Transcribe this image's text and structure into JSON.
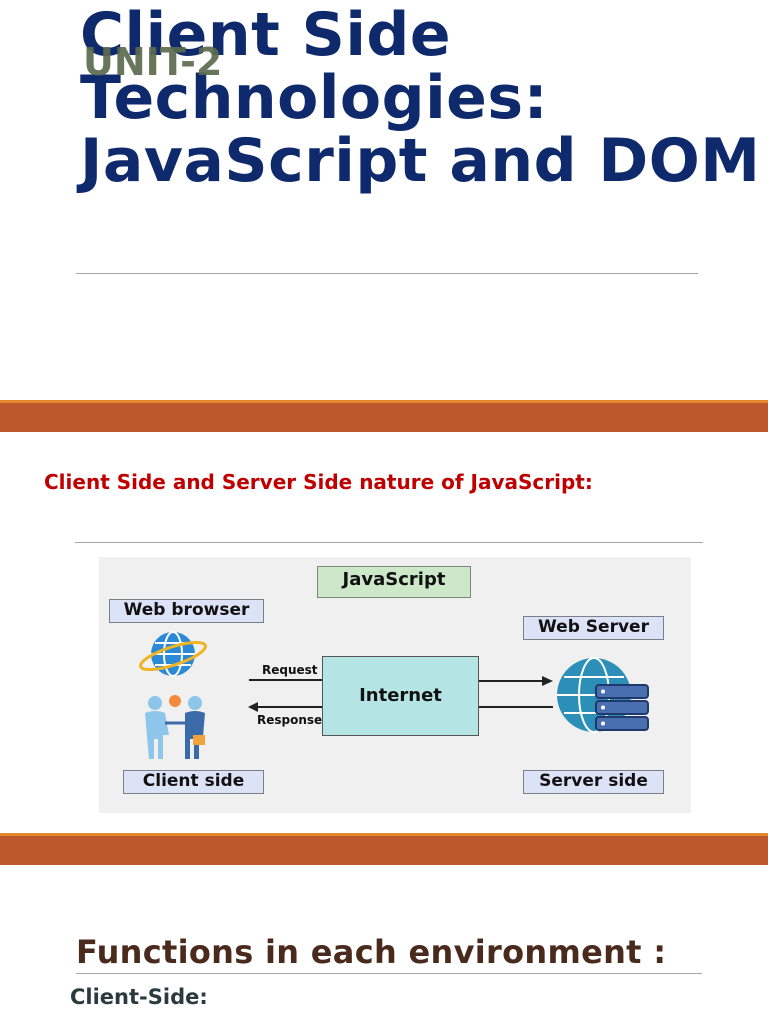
{
  "slide1": {
    "title": "Client Side Technologies: JavaScript and DOM",
    "subtitle": "UNIT-2"
  },
  "slide2": {
    "heading": "Client Side and Server Side nature of JavaScript:",
    "diagram": {
      "top_label": "JavaScript",
      "web_browser": "Web browser",
      "web_server": "Web Server",
      "internet": "Internet",
      "request": "Request",
      "response": "Response",
      "client_side": "Client side",
      "server_side": "Server side",
      "icons": [
        "globe-icon",
        "handshake-people-icon",
        "server-globe-icon"
      ]
    }
  },
  "slide3": {
    "heading": "Functions in each environment :",
    "subheading": "Client-Side:"
  },
  "colors": {
    "title": "#0e2a6c",
    "band": "#bc582c",
    "band_accent": "#e3862d",
    "heading_red": "#c00000"
  }
}
